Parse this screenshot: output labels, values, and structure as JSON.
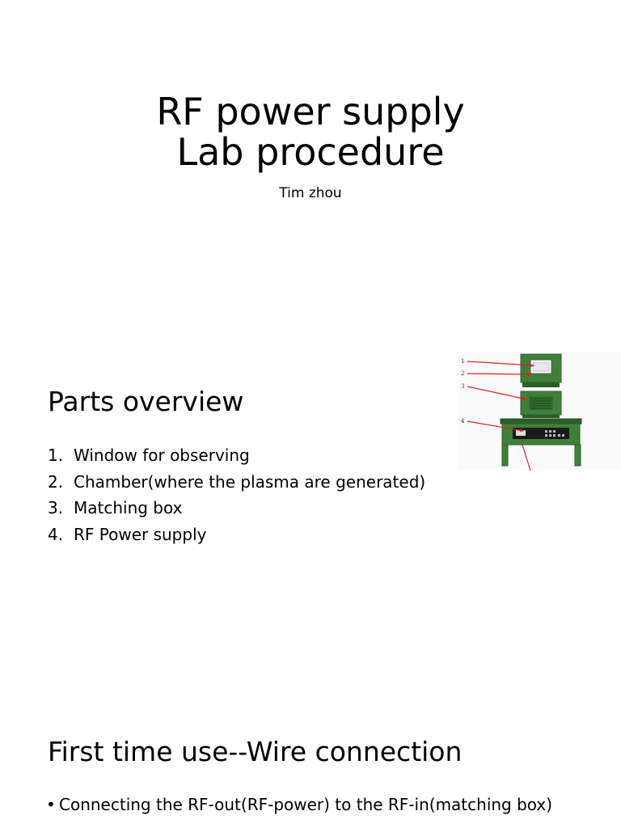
{
  "title_slide": {
    "title_line1": "RF power supply",
    "title_line2": "Lab procedure",
    "author": "Tim zhou"
  },
  "parts_slide": {
    "heading": "Parts overview",
    "items": [
      {
        "number": "1.",
        "text": "Window for observing"
      },
      {
        "number": "2.",
        "text": "Chamber(where the plasma are generated)"
      },
      {
        "number": "3.",
        "text": "Matching box"
      },
      {
        "number": "4.",
        "text": "RF Power supply"
      }
    ],
    "figure": {
      "callouts": [
        "1",
        "2",
        "3",
        "4"
      ],
      "colors": {
        "equipment": "#3f7f3a",
        "equipment_dark": "#2d5e2a",
        "callout_line": "#e02020",
        "panel": "#1a1a1a"
      }
    }
  },
  "wire_slide": {
    "heading": "First time use--Wire connection",
    "bullets": [
      {
        "symbol": "•",
        "text": "Connecting the RF-out(RF-power) to the RF-in(matching box)"
      }
    ]
  }
}
